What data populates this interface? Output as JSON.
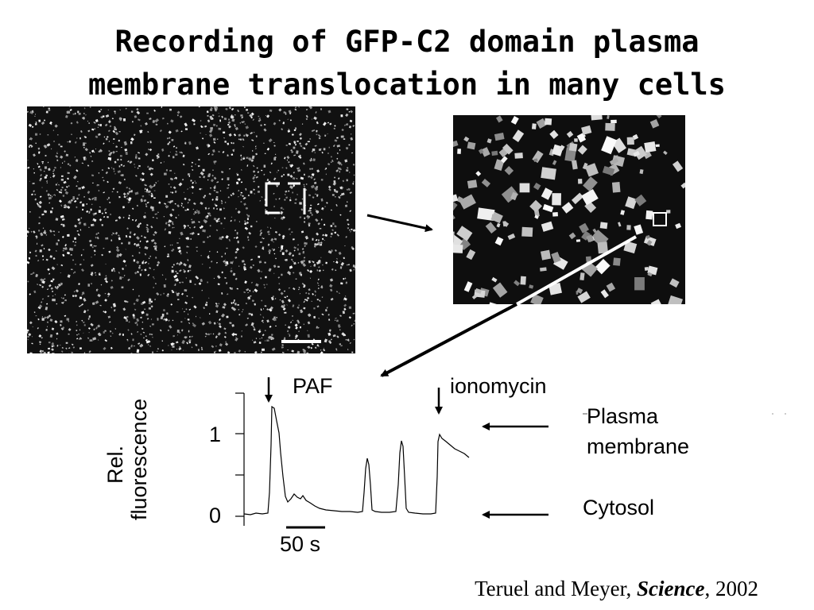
{
  "title": {
    "line1": "Recording of GFP-C2 domain plasma",
    "line2": "membrane translocation in many cells"
  },
  "images": {
    "overview": "dark fluorescence micrograph with white speckled cells",
    "zoom": "magnified inset of boxed region"
  },
  "graph": {
    "ylabel_line1": "Rel.",
    "ylabel_line2": "fluorescence",
    "ytick_1": "1",
    "ytick_0": "0",
    "stimulus_1": "PAF",
    "stimulus_2": "ionomycin",
    "scale_bar": "50 s",
    "label_pm_line1": "Plasma",
    "label_pm_line2": "membrane",
    "label_cytosol": "Cytosol"
  },
  "citation": {
    "authors": "Teruel and Meyer, ",
    "journal": "Science",
    "year": ", 2002"
  },
  "colors": {
    "background": "#ffffff",
    "micrograph": "#111111",
    "ink": "#000000"
  }
}
